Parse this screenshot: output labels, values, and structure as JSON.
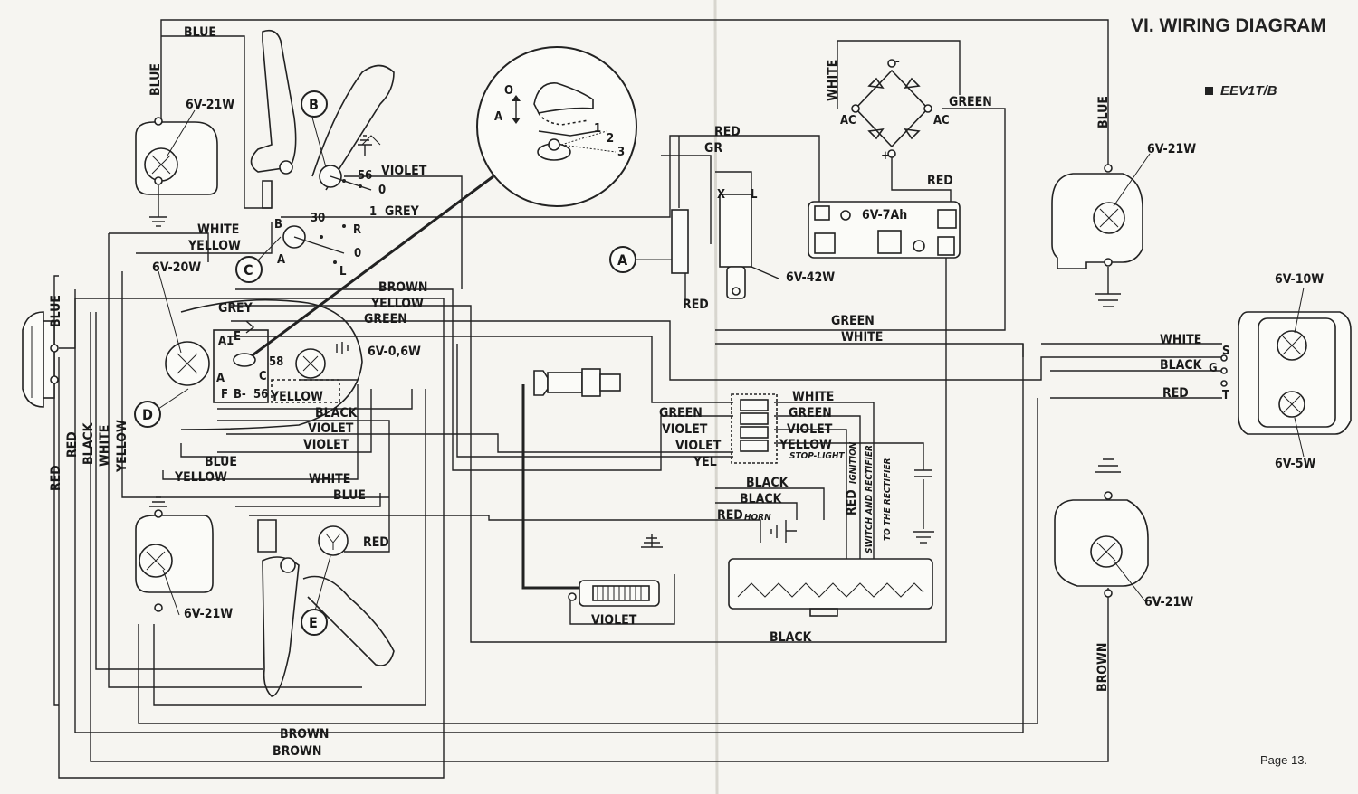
{
  "title": "VI. WIRING DIAGRAM",
  "model": "EEV1T/B",
  "page": "Page 13.",
  "callouts": [
    "A",
    "B",
    "C",
    "D",
    "E"
  ],
  "components": {
    "front_left_bulb": "6V-21W",
    "rear_left_bulb": "6V-21W",
    "right_top_bulb": "6V-21W",
    "right_bottom_bulb": "6V-21W",
    "headlamp": "6V-20W",
    "speedo_lamp": "6V-0,6W",
    "tail_upper": "6V-10W",
    "tail_lower": "6V-5W",
    "battery": "6V-7Ah",
    "horn": "6V-42W"
  },
  "terminals": {
    "switch_b": [
      "56",
      "0",
      "1",
      "30"
    ],
    "switch_c": [
      "B",
      "R",
      "0",
      "L",
      "A"
    ],
    "headlamp_block": [
      "A1",
      "E",
      "A",
      "F",
      "B-",
      "56",
      "58",
      "C"
    ],
    "rectifier": [
      "AC",
      "AC",
      "-",
      "+"
    ],
    "tail": [
      "S",
      "G",
      "T"
    ],
    "x": "X",
    "l": "L"
  },
  "inset_labels": [
    "O",
    "A",
    "1",
    "2",
    "3"
  ],
  "wires": {
    "blue": "BLUE",
    "white": "WHITE",
    "yellow": "YELLOW",
    "violet": "VIOLET",
    "grey": "GREY",
    "brown": "BROWN",
    "green": "GREEN",
    "red": "RED",
    "black": "BLACK",
    "gr_abbrev": "GR",
    "yel_abbrev": "YEL"
  },
  "handwritten": {
    "stop_light": "STOP-LIGHT",
    "ignition": "IGNITION",
    "horn": "HORN",
    "switch_rectifier": "SWITCH AND RECTIFIER",
    "to_rectifier": "TO THE RECTIFIER"
  }
}
